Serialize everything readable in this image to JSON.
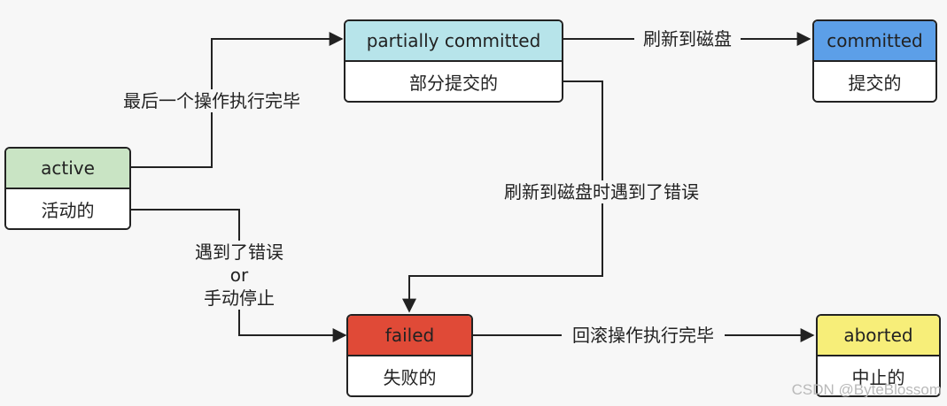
{
  "colors": {
    "active": "#c9e4c4",
    "partially_committed": "#b7e4ea",
    "committed": "#5c9fe8",
    "failed": "#e04a37",
    "aborted": "#f7ee79"
  },
  "nodes": {
    "active": {
      "title": "active",
      "desc": "活动的"
    },
    "partially_committed": {
      "title": "partially committed",
      "desc": "部分提交的"
    },
    "committed": {
      "title": "committed",
      "desc": "提交的"
    },
    "failed": {
      "title": "failed",
      "desc": "失败的"
    },
    "aborted": {
      "title": "aborted",
      "desc": "中止的"
    }
  },
  "edges": {
    "active_to_partial": "最后一个操作执行完毕",
    "partial_to_committed": "刷新到磁盘",
    "partial_to_failed": "刷新到磁盘时遇到了错误",
    "active_to_failed": {
      "line1": "遇到了错误",
      "line2": "or",
      "line3": "手动停止"
    },
    "failed_to_aborted": "回滚操作执行完毕"
  },
  "watermark": "CSDN @ByteBlossom"
}
